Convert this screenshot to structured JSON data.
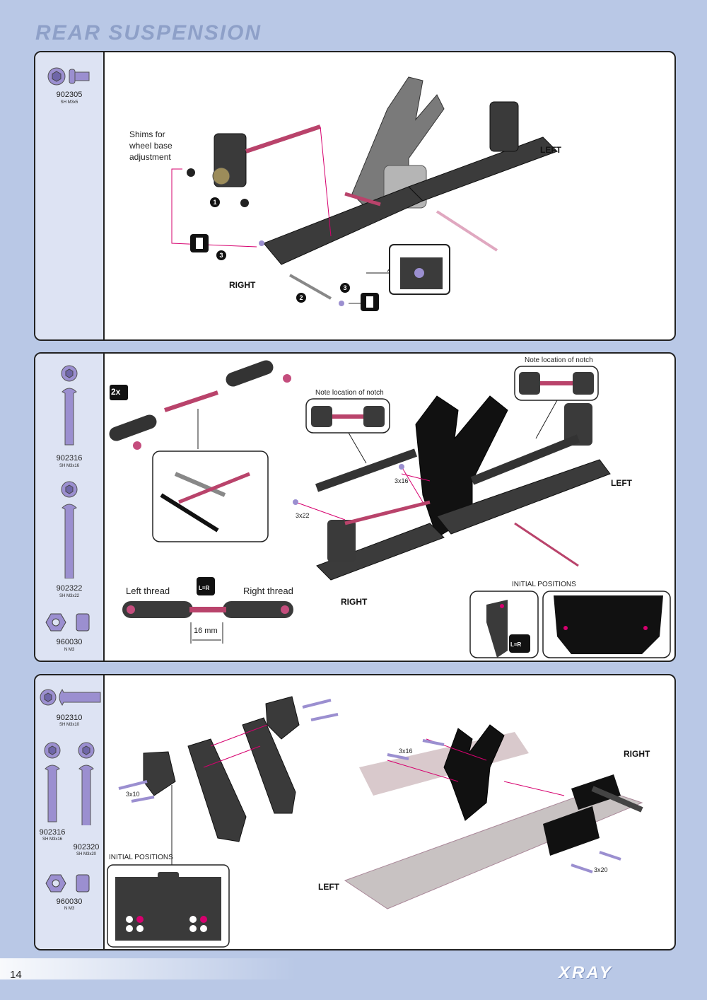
{
  "page": {
    "title": "REAR SUSPENSION",
    "page_number": "14",
    "brand": "XRAY"
  },
  "step1": {
    "parts": [
      {
        "code": "902305",
        "desc": "SH M3x5"
      }
    ],
    "shim_note": "Shims for wheel base adjustment",
    "left": "LEFT",
    "right": "RIGHT",
    "markers": [
      "1",
      "2",
      "3",
      "3"
    ]
  },
  "step2": {
    "parts": [
      {
        "code": "902316",
        "desc": "SH M3x16"
      },
      {
        "code": "902322",
        "desc": "SH M3x22"
      },
      {
        "code": "960030",
        "desc": "N M3"
      }
    ],
    "multiplier": "2x",
    "notch_note_left": "Note location of notch",
    "notch_note_right": "Note location of notch",
    "screw_16": "3x16",
    "screw_22": "3x22",
    "left": "LEFT",
    "right": "RIGHT",
    "left_thread": "Left thread",
    "right_thread": "Right thread",
    "lr_badge": "L=R",
    "measure": "16 mm",
    "initial_positions": "INITIAL POSITIONS"
  },
  "step3": {
    "parts": [
      {
        "code": "902310",
        "desc": "SH M3x10"
      },
      {
        "code": "902316",
        "desc": "SH M3x16"
      },
      {
        "code": "902320",
        "desc": "SH M3x20"
      },
      {
        "code": "960030",
        "desc": "N M3"
      }
    ],
    "screw_10": "3x10",
    "screw_16": "3x16",
    "screw_20": "3x20",
    "left": "LEFT",
    "right": "RIGHT",
    "initial_positions": "INITIAL POSITIONS"
  },
  "colors": {
    "background": "#b9c8e6",
    "parts_column": "#dde3f3",
    "accent": "#d6006e",
    "screw": "#9b8fd0",
    "part_dark": "#3a3a3a"
  }
}
